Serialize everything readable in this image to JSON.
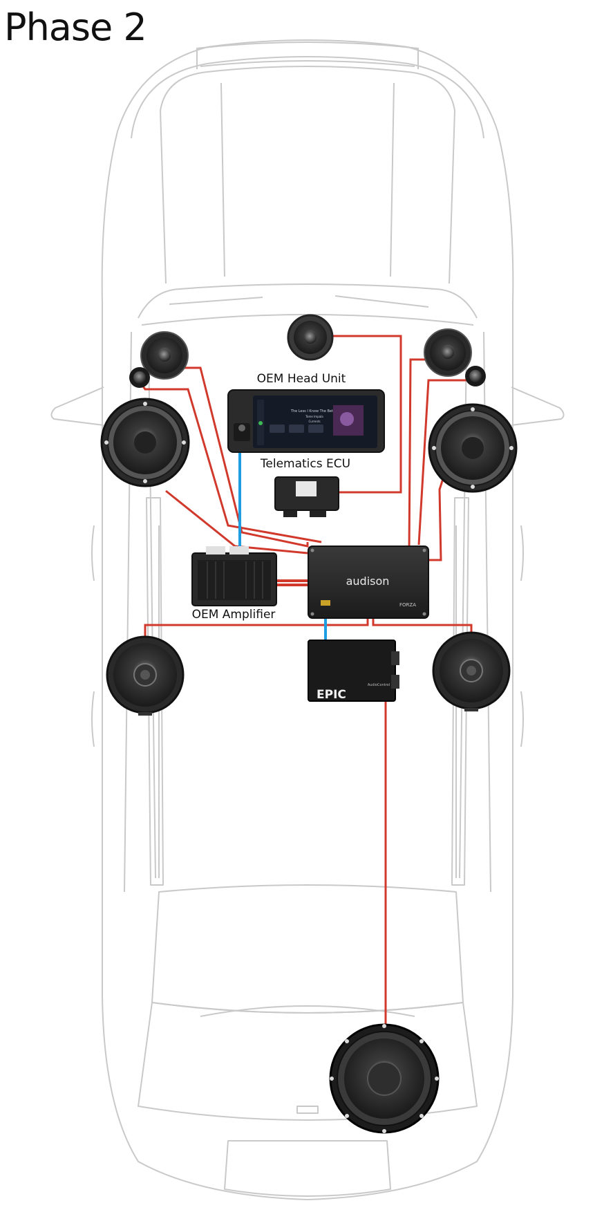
{
  "title": "Phase 2",
  "labels": {
    "head_unit": "OEM Head Unit",
    "telematics": "Telematics ECU",
    "oem_amp": "OEM Amplifier"
  },
  "processor": {
    "brand": "audison",
    "model": "FORZA"
  },
  "amplifier": {
    "brand": "EPIC",
    "maker": "AudioControl"
  },
  "screen": {
    "song": "The Less I Know The Better",
    "artist": "Tame Impala",
    "album": "Currents"
  },
  "colors": {
    "speaker_wire": "#d0392b",
    "signal_wire": "#1e9ee0",
    "outline": "#c9c9c9"
  },
  "icons": [
    "speaker-icon",
    "tweeter-icon",
    "subwoofer-icon",
    "head-unit-icon",
    "ecu-icon",
    "amplifier-icon",
    "dsp-icon"
  ]
}
